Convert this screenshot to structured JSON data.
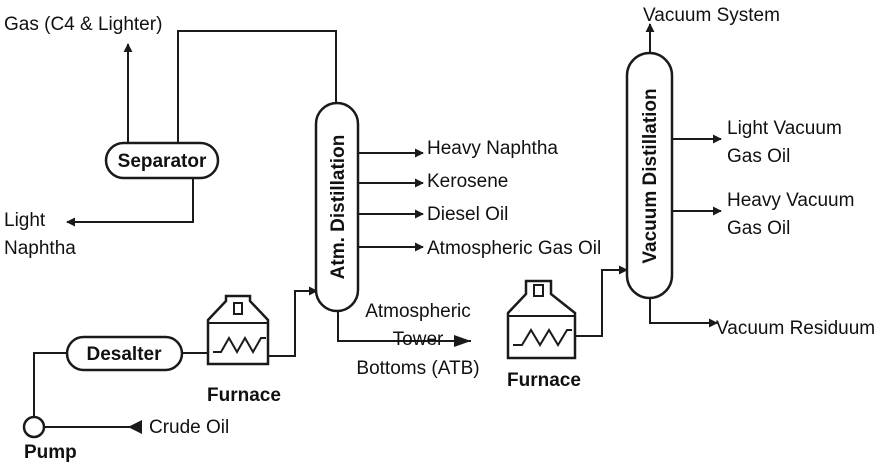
{
  "labels": {
    "gas": "Gas (C4 & Lighter)",
    "vacuum_system": "Vacuum System",
    "separator": "Separator",
    "light_naphtha_1": "Light",
    "light_naphtha_2": "Naphtha",
    "atm_distillation": "Atm. Distillation",
    "vacuum_distillation": "Vacuum Distillation",
    "heavy_naphtha": "Heavy Naphtha",
    "kerosene": "Kerosene",
    "diesel_oil": "Diesel Oil",
    "atmospheric_gas_oil": "Atmospheric Gas Oil",
    "lvgo_1": "Light Vacuum",
    "lvgo_2": "Gas Oil",
    "hvgo_1": "Heavy Vacuum",
    "hvgo_2": "Gas Oil",
    "vacuum_residuum": "Vacuum Residuum",
    "atb_1": "Atmospheric",
    "atb_2": "Tower",
    "atb_3": "Bottoms (ATB)",
    "desalter": "Desalter",
    "furnace_1": "Furnace",
    "furnace_2": "Furnace",
    "pump": "Pump",
    "crude_oil": "Crude Oil"
  },
  "colors": {
    "line": "#1a1a1a",
    "text": "#111111",
    "background": "#ffffff"
  }
}
